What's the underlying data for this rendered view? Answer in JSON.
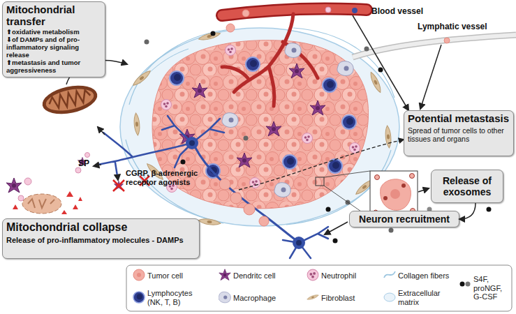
{
  "diagram": {
    "nodes": [
      {
        "text": [
          "Mitochondrial transfer",
          "⬆oxidative metabolism",
          "⬇of DAMPs and of pro-inflammatory signaling release",
          "⬆metastasis and tumor aggressiveness"
        ]
      },
      {
        "text": [
          "Potential metastasis",
          "Spread of tumor cells to other tissues and organs"
        ]
      },
      {
        "text": [
          "Release of exosomes"
        ]
      },
      {
        "text": [
          "Neuron recruitment"
        ]
      },
      {
        "text": [
          "Mitochondrial collapse",
          "Release of pro-inflammatory molecules - DAMPs"
        ]
      }
    ],
    "edges": [
      {
        "from": 2,
        "to": 3,
        "arrow": "to"
      }
    ],
    "labels": [
      "Blood vessel",
      "Lymphatic vessel",
      "SP",
      "CGRP, β-adrenergic receptor agonists"
    ],
    "legend": [
      {
        "text": "Tumor cell"
      },
      {
        "text": "Dendritc cell"
      },
      {
        "text": "Neutrophil"
      },
      {
        "text": "Collagen fibers"
      },
      {
        "text": "S4F, proNGF, G-CSF"
      },
      {
        "text": "Lymphocytes (NK, T, B)"
      },
      {
        "text": "Macrophage"
      },
      {
        "text": "Fibroblast"
      },
      {
        "text": "Extracellular matrix"
      }
    ]
  }
}
